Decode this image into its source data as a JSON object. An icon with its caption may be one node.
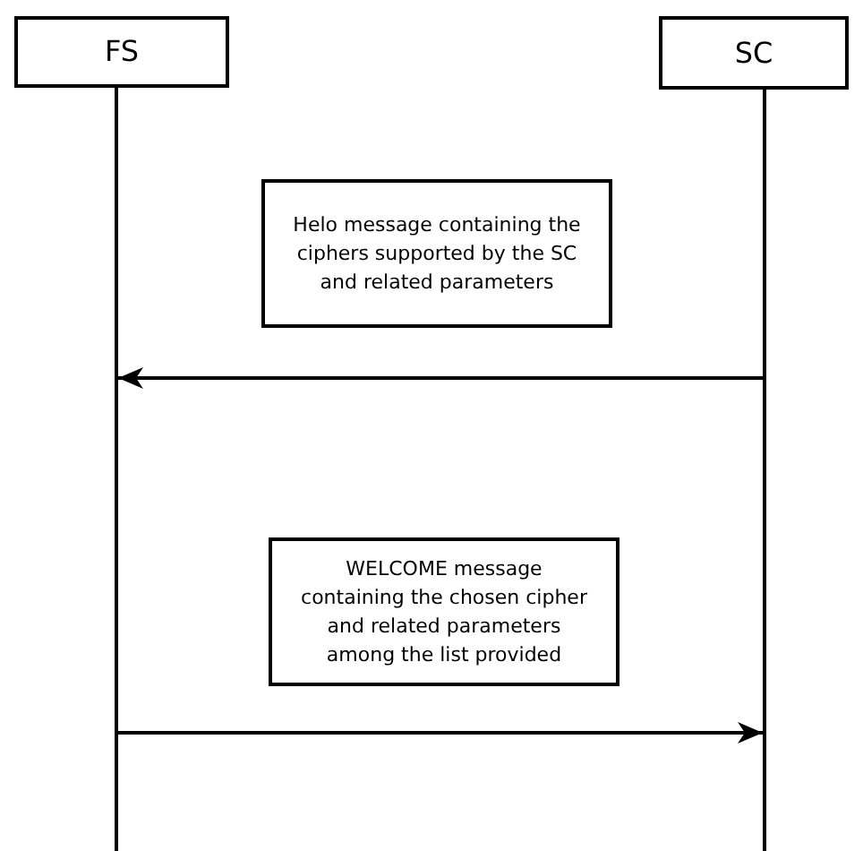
{
  "diagram": {
    "nodes": [
      {
        "text": [
          "FS"
        ]
      },
      {
        "text": [
          "SC"
        ]
      },
      {
        "text": [],
        "shape": "bar"
      },
      {
        "text": [],
        "shape": "bar"
      },
      {
        "text": [
          "Helo message containing the ciphers supported by the SC and related parameters"
        ]
      },
      {
        "text": [
          "WELCOME message containing the chosen cipher and related parameters among the list provided"
        ]
      }
    ],
    "edges": [
      {
        "from": 3,
        "to": 2,
        "arrow": "to"
      },
      {
        "from": 2,
        "to": 3,
        "arrow": "to"
      }
    ]
  }
}
